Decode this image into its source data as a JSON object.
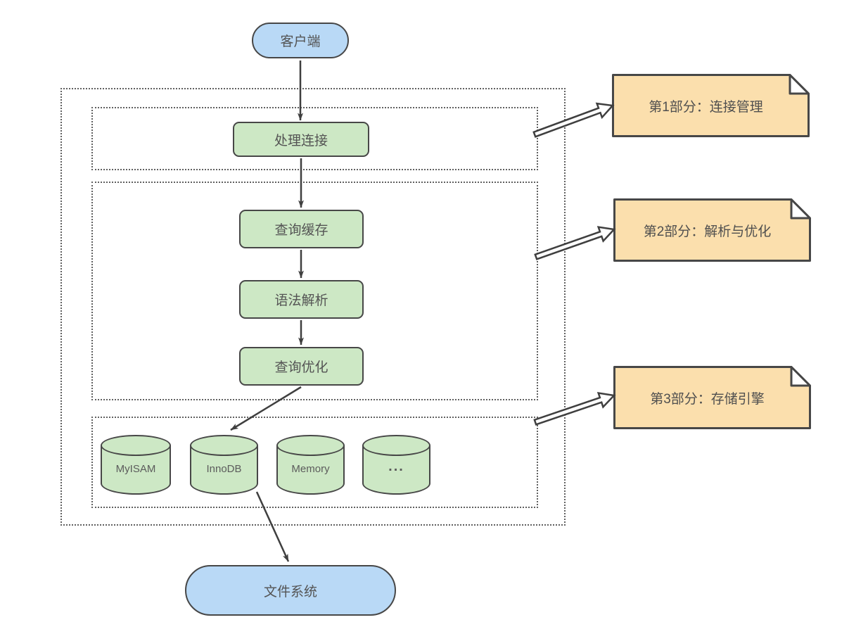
{
  "nodes": {
    "client": "客户端",
    "filesystem": "文件系统"
  },
  "steps": [
    "处理连接",
    "查询缓存",
    "语法解析",
    "查询优化"
  ],
  "engines": [
    "MyISAM",
    "InnoDB",
    "Memory",
    "..."
  ],
  "notes": [
    "第1部分：连接管理",
    "第2部分：解析与优化",
    "第3部分：存储引擎"
  ],
  "colors": {
    "node_blue": "#b9d9f6",
    "node_green": "#cde8c5",
    "note_tan": "#fbdfad",
    "border": "#474747",
    "arrow": "#3f3f3f",
    "dotted": "#606060",
    "text": "#545454"
  }
}
